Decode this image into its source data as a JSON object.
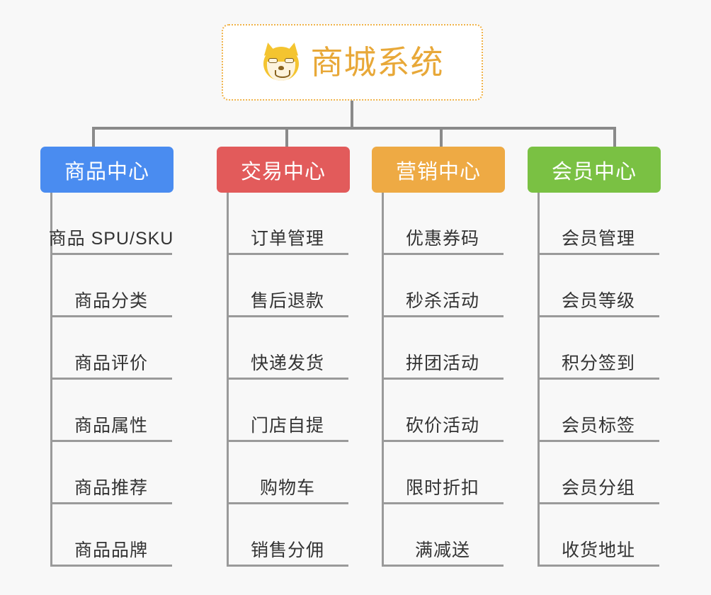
{
  "page": {
    "background_color": "#f8f8f8",
    "diagram_type": "org-chart-mindmap"
  },
  "root": {
    "title": "商城系统",
    "icon": "shiba-dog-emoji",
    "text_color": "#e8a838",
    "border_color": "#f0b34a",
    "background_color": "#ffffff"
  },
  "connector_color": "#8a8a8a",
  "columns": [
    {
      "header": "商品中心",
      "color": "#4a8cf0",
      "items": [
        "商品 SPU/SKU",
        "商品分类",
        "商品评价",
        "商品属性",
        "商品推荐",
        "商品品牌"
      ]
    },
    {
      "header": "交易中心",
      "color": "#e25b5b",
      "items": [
        "订单管理",
        "售后退款",
        "快递发货",
        "门店自提",
        "购物车",
        "销售分佣"
      ]
    },
    {
      "header": "营销中心",
      "color": "#eeaa44",
      "items": [
        "优惠券码",
        "秒杀活动",
        "拼团活动",
        "砍价活动",
        "限时折扣",
        "满减送"
      ]
    },
    {
      "header": "会员中心",
      "color": "#7ac143",
      "items": [
        "会员管理",
        "会员等级",
        "积分签到",
        "会员标签",
        "会员分组",
        "收货地址"
      ]
    }
  ]
}
